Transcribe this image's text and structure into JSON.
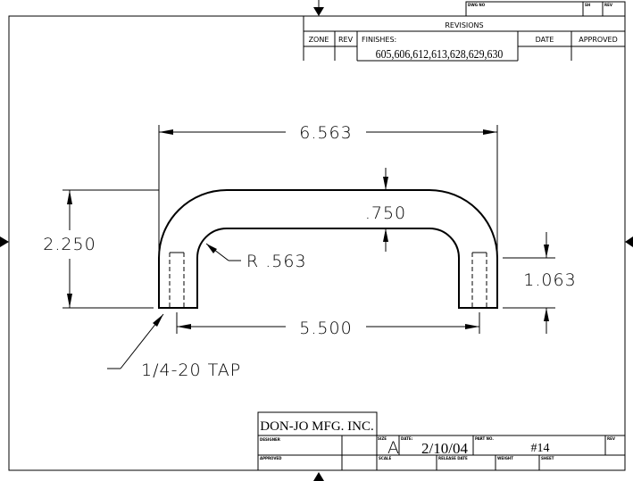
{
  "revisions": {
    "title": "REVISIONS",
    "headers": {
      "zone": "ZONE",
      "rev": "REV",
      "finishes": "FINISHES:",
      "date": "DATE",
      "approved": "APPROVED"
    },
    "finishes_value": "605,606,612,613,628,629,630",
    "top_labels": {
      "dwg_no": "DWG NO",
      "sh": "SH",
      "rev": "REV"
    }
  },
  "dimensions": {
    "overall_width": "6.563",
    "overall_height": "2.250",
    "thickness": ".750",
    "inner_radius": "R .563",
    "leg_height": "1.063",
    "hole_spacing": "5.500",
    "tap_note": "1/4-20 TAP"
  },
  "title_block": {
    "company": "DON-JO MFG. INC.",
    "designer_label": "DESIGNER",
    "approved_label": "APPROVED",
    "size_label": "SIZE",
    "size_value": "A",
    "date_label": "DATE:",
    "date_value": "2/10/04",
    "part_no_label": "PART NO.",
    "part_no_value": "#14",
    "rev_label": "REV",
    "scale_label": "SCALE",
    "release_date_label": "RELEASE DATE",
    "weight_label": "WEIGHT",
    "sheet_label": "SHEET"
  }
}
